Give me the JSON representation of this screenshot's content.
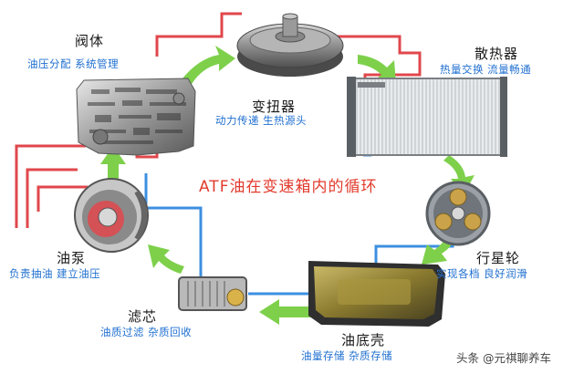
{
  "title": "ATF油在变速箱内的循环",
  "components": {
    "valve_body": {
      "name": "阀体",
      "desc": "油压分配 系统管理"
    },
    "torque_converter": {
      "name": "变扭器",
      "desc": "动力传递 生热源头"
    },
    "radiator": {
      "name": "散热器",
      "desc": "热量交换 流量畅通"
    },
    "planetary_gear": {
      "name": "行星轮",
      "desc": "实现各档 良好润滑"
    },
    "oil_pan": {
      "name": "油底壳",
      "desc": "油量存储 杂质存储"
    },
    "filter": {
      "name": "滤芯",
      "desc": "油质过滤 杂质回收"
    },
    "oil_pump": {
      "name": "油泵",
      "desc": "负责抽油 建立油压"
    }
  },
  "watermark": "头条 @元祺聊养车",
  "colors": {
    "hot_line": "#e0474c",
    "cool_line": "#3d8fe0",
    "arrow": "#7ed04b",
    "title": "#e23b2e",
    "desc": "#1f6fd0"
  }
}
